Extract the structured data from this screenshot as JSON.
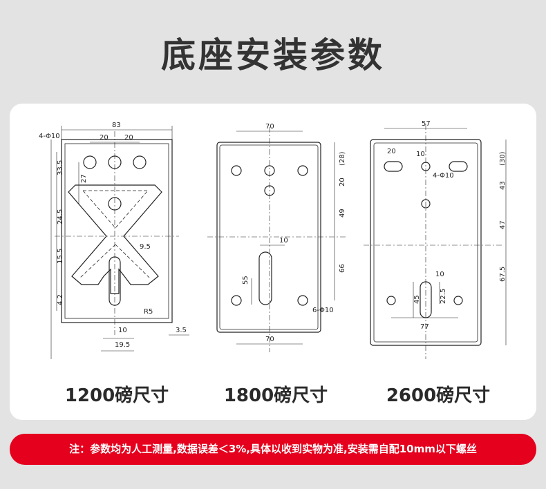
{
  "title": "底座安装参数",
  "note": "注：参数均为人工测量,数据误差＜3%,具体以收到实物为准,安装需自配10mm以下螺丝",
  "diagrams": [
    {
      "label": "1200磅尺寸",
      "dims": {
        "top_width": "83",
        "hole_pitch_1": "20",
        "hole_pitch_2": "20",
        "holes": "4-Φ10",
        "v1": "33.5",
        "v2": "27",
        "v3": "24.5",
        "v4": "15.5",
        "v5": "4.2",
        "radius_small": "9.5",
        "radius": "R5",
        "slot_w": "10",
        "slot_pos": "19.5",
        "edge": "3.5"
      }
    },
    {
      "label": "1800磅尺寸",
      "dims": {
        "top_width": "70",
        "bottom_width": "70",
        "slot_w": "10",
        "slot_h": "55",
        "v1": "(28)",
        "v2": "20",
        "v3": "49",
        "v4": "66",
        "holes": "6-Φ10"
      }
    },
    {
      "label": "2600磅尺寸",
      "dims": {
        "top_width": "57",
        "slot_left": "20",
        "hole_off": "10",
        "holes": "4-Φ10",
        "v1": "(30)",
        "v2": "43",
        "v3": "47",
        "v4": "67.5",
        "slot_w": "10",
        "slot_h": "22.5",
        "slot_pos": "45",
        "bottom_pitch": "77"
      }
    }
  ]
}
